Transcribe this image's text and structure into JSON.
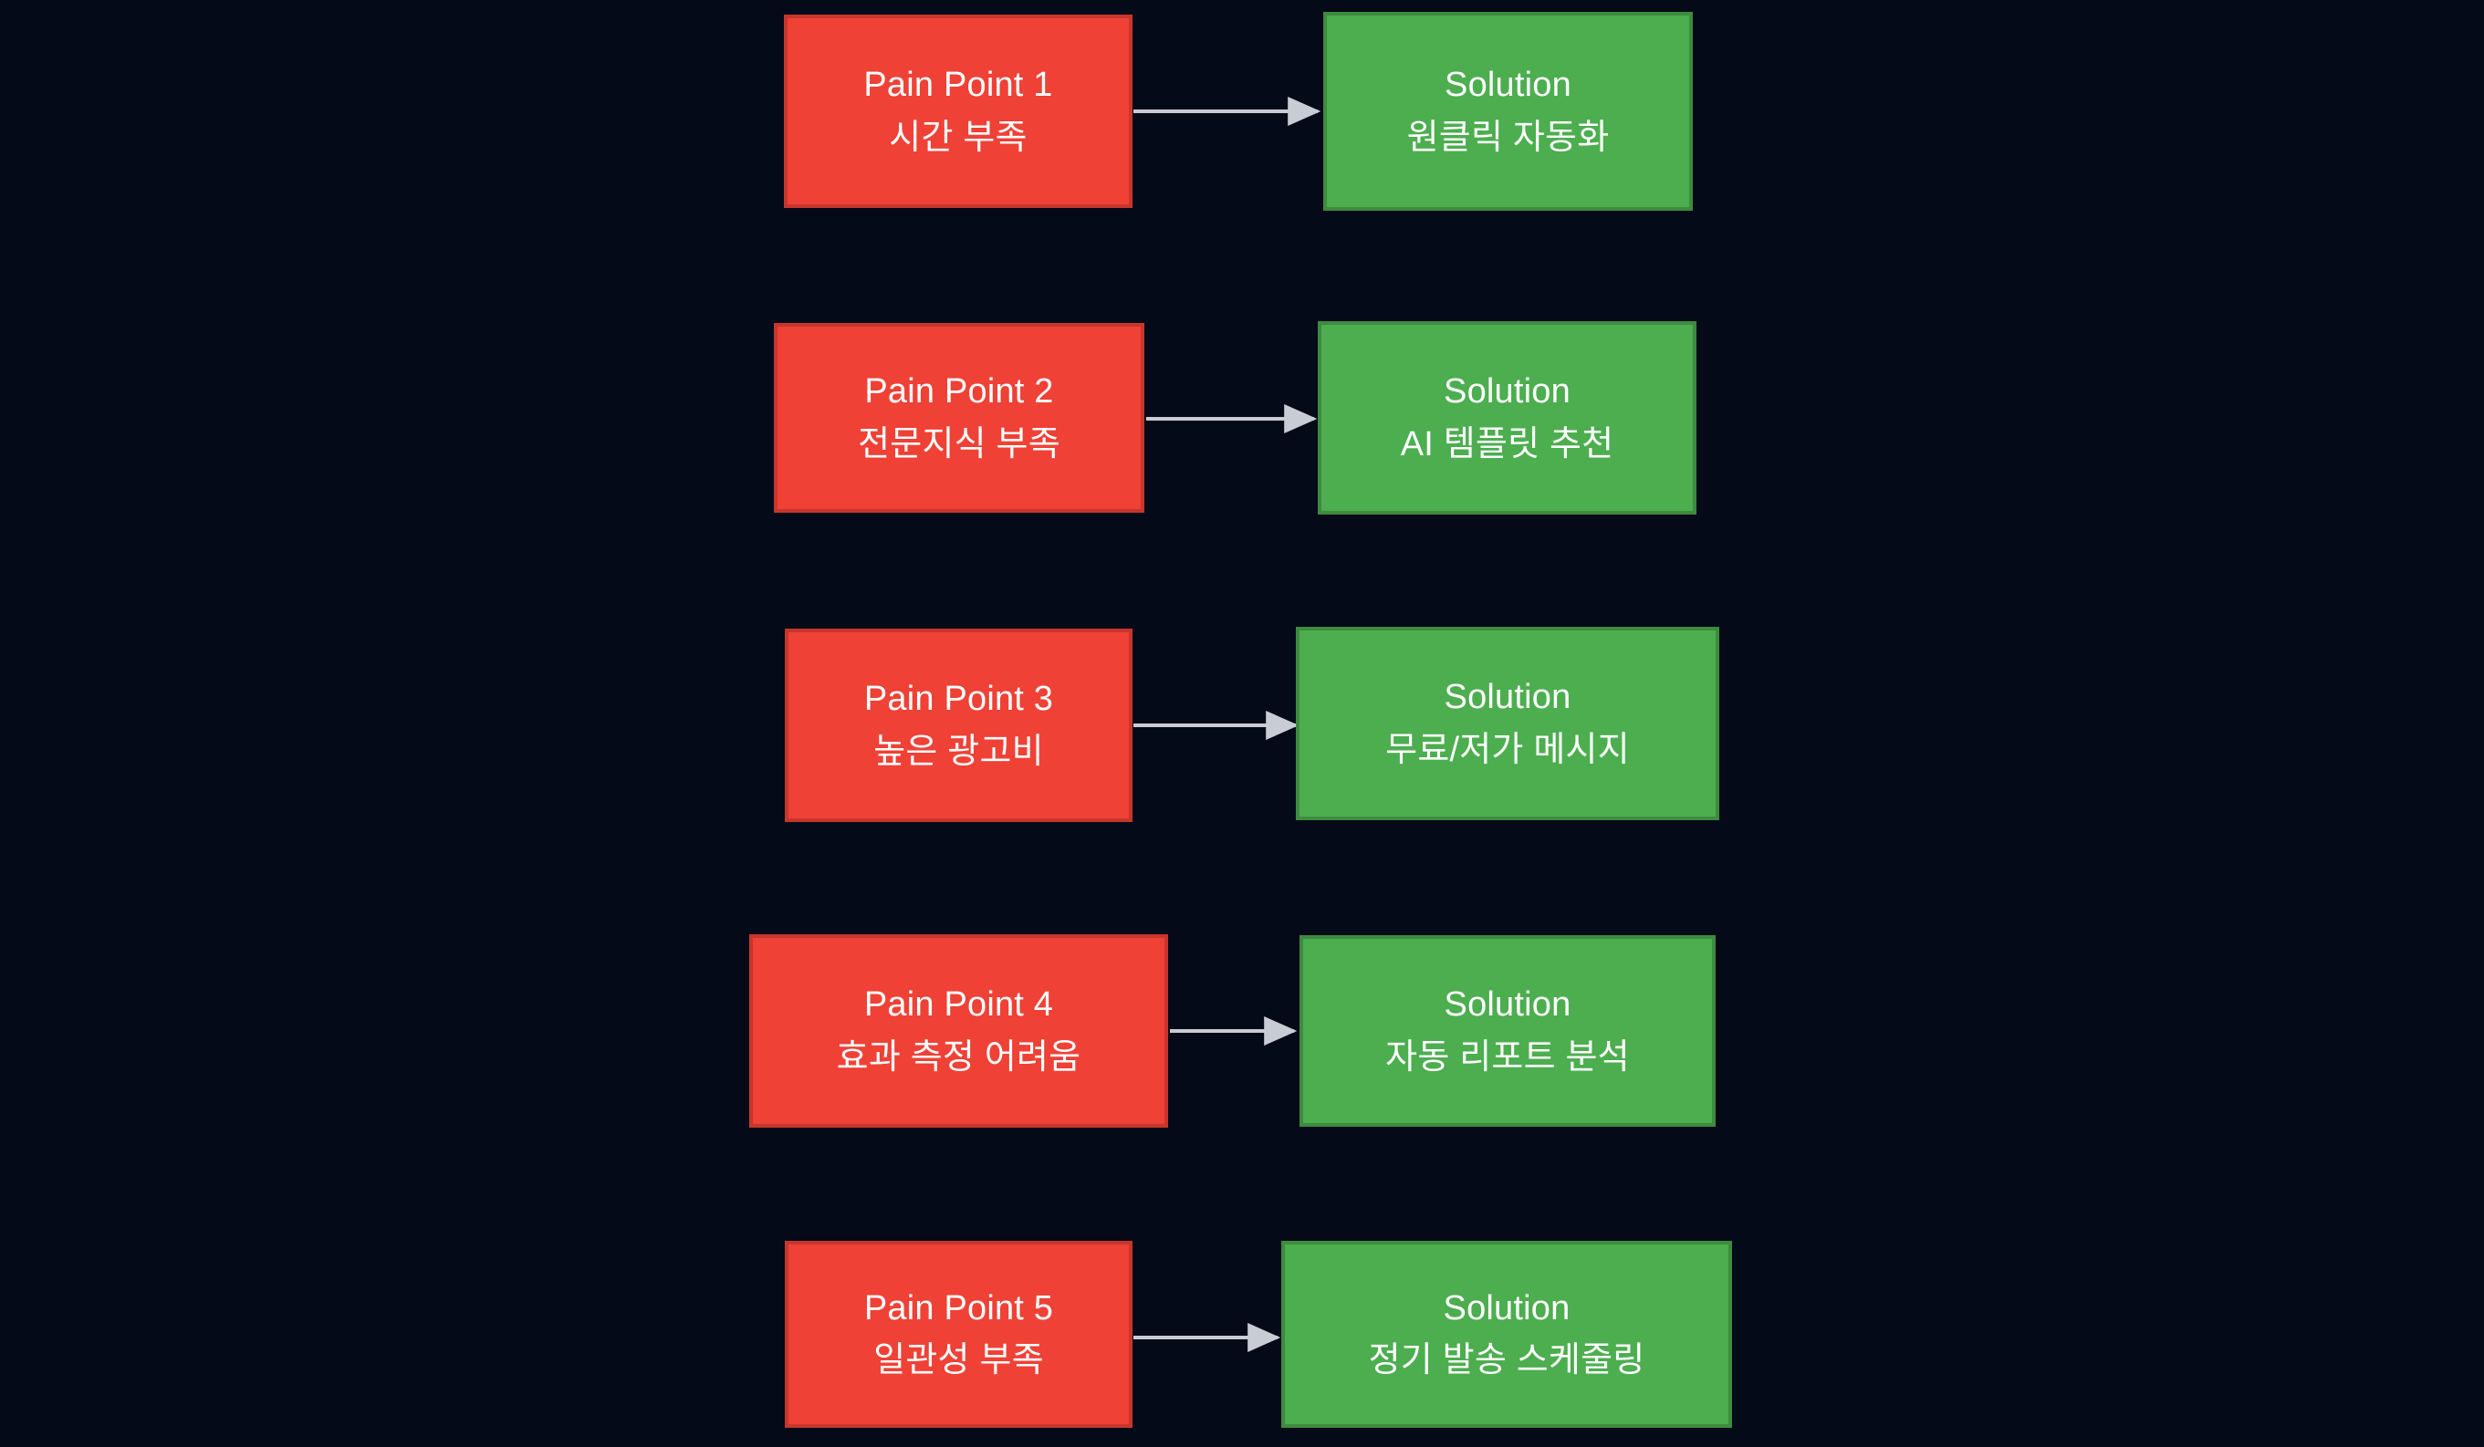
{
  "diagram": {
    "type": "flowchart",
    "orientation": "left-to-right pairs, stacked vertically",
    "background_color": "#050a18",
    "pain_color": "#ef4136",
    "pain_border_color": "#c7362d",
    "solution_color": "#4cae4f",
    "solution_border_color": "#3d8b40",
    "arrow_color": "#c8cdd5",
    "text_color": "#ffffff",
    "rows": [
      {
        "pain": {
          "line1": "Pain Point 1",
          "line2": "시간 부족"
        },
        "solution": {
          "line1": "Solution",
          "line2": "원클릭 자동화"
        },
        "edge": {
          "label": ""
        }
      },
      {
        "pain": {
          "line1": "Pain Point 2",
          "line2": "전문지식 부족"
        },
        "solution": {
          "line1": "Solution",
          "line2": "AI 템플릿 추천"
        },
        "edge": {
          "label": ""
        }
      },
      {
        "pain": {
          "line1": "Pain Point 3",
          "line2": "높은 광고비"
        },
        "solution": {
          "line1": "Solution",
          "line2": "무료/저가 메시지"
        },
        "edge": {
          "label": ""
        }
      },
      {
        "pain": {
          "line1": "Pain Point 4",
          "line2": "효과 측정 어려움"
        },
        "solution": {
          "line1": "Solution",
          "line2": "자동 리포트 분석"
        },
        "edge": {
          "label": ""
        }
      },
      {
        "pain": {
          "line1": "Pain Point 5",
          "line2": "일관성 부족"
        },
        "solution": {
          "line1": "Solution",
          "line2": "정기 발송 스케줄링"
        },
        "edge": {
          "label": ""
        }
      }
    ]
  }
}
